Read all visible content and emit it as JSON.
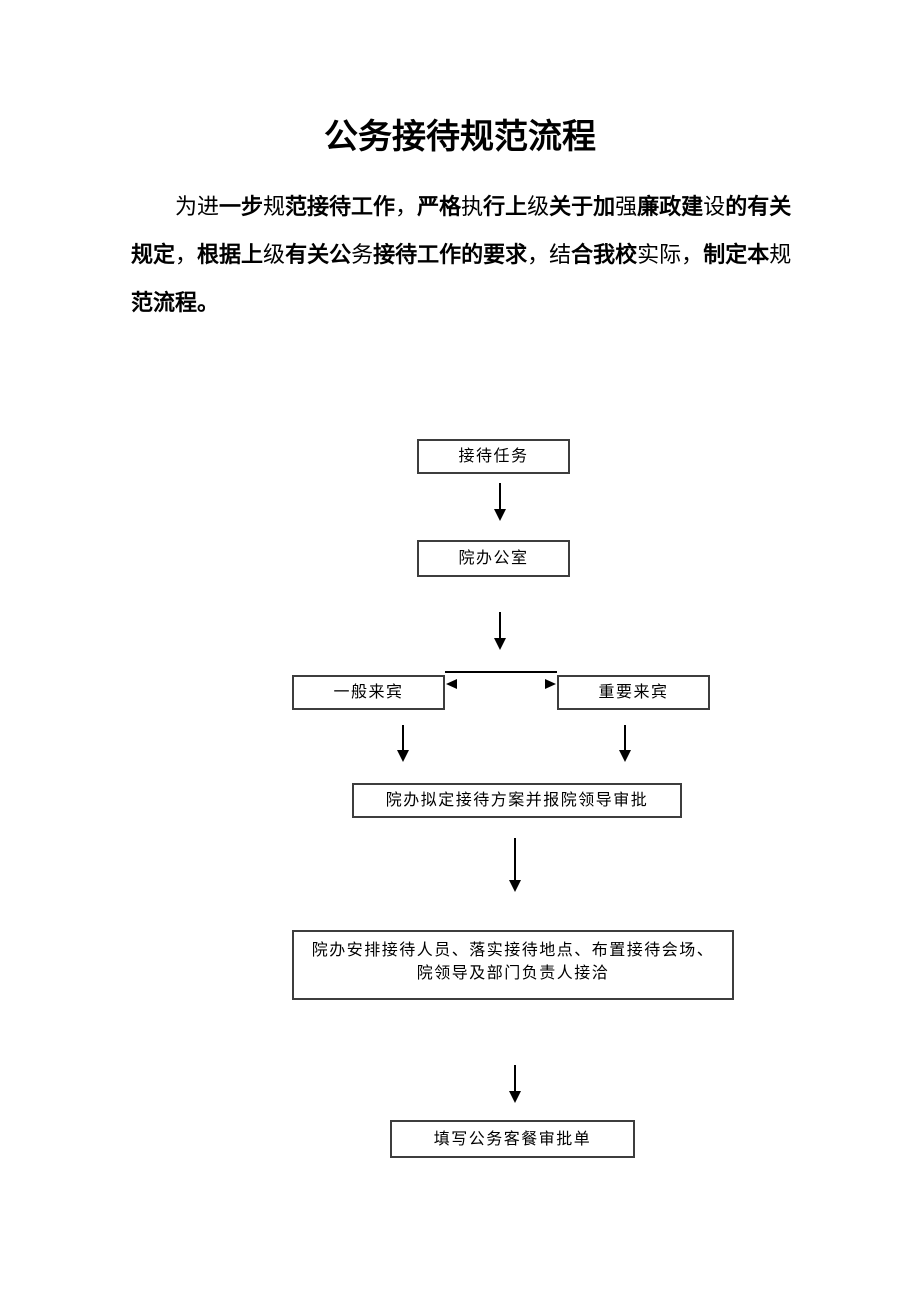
{
  "document": {
    "title": "公务接待规范流程",
    "intro_lines": [
      {
        "segments": [
          {
            "t": "为进",
            "b": false
          },
          {
            "t": "一步",
            "b": true
          },
          {
            "t": "规",
            "b": false
          },
          {
            "t": "范接待工作",
            "b": true
          },
          {
            "t": "，",
            "b": false
          },
          {
            "t": "严格",
            "b": true
          },
          {
            "t": "执",
            "b": false
          },
          {
            "t": "行上",
            "b": true
          },
          {
            "t": "级",
            "b": false
          },
          {
            "t": "关于加",
            "b": true
          },
          {
            "t": "强",
            "b": false
          },
          {
            "t": "廉政建",
            "b": true
          },
          {
            "t": "设",
            "b": false
          },
          {
            "t": "的有关",
            "b": true
          }
        ]
      },
      {
        "segments": [
          {
            "t": "规定",
            "b": true
          },
          {
            "t": "，",
            "b": false
          },
          {
            "t": "根据上",
            "b": true
          },
          {
            "t": "级",
            "b": false
          },
          {
            "t": "有关公",
            "b": true
          },
          {
            "t": "务",
            "b": false
          },
          {
            "t": "接待工作的要求",
            "b": true
          },
          {
            "t": "，",
            "b": false
          },
          {
            "t": "结",
            "b": false
          },
          {
            "t": "合我校",
            "b": true
          },
          {
            "t": "实际",
            "b": false
          },
          {
            "t": "，",
            "b": false
          },
          {
            "t": "制定本",
            "b": true
          },
          {
            "t": "规",
            "b": false
          }
        ]
      },
      {
        "segments": [
          {
            "t": "范流程。",
            "b": true
          }
        ]
      }
    ]
  },
  "flowchart": {
    "nodes": [
      {
        "label": "接待任务"
      },
      {
        "label": "院办公室"
      },
      {
        "label": "一般来宾"
      },
      {
        "label": "重要来宾"
      },
      {
        "label": "院办拟定接待方案并报院领导审批"
      },
      {
        "line1": "院办安排接待人员、落实接待地点、布置接待会场、",
        "line2": "院领导及部门负责人接洽"
      },
      {
        "label": "填写公务客餐审批单"
      }
    ]
  },
  "colors": {
    "text": "#000000",
    "box_border": "#3d3d3d",
    "background": "#ffffff"
  }
}
